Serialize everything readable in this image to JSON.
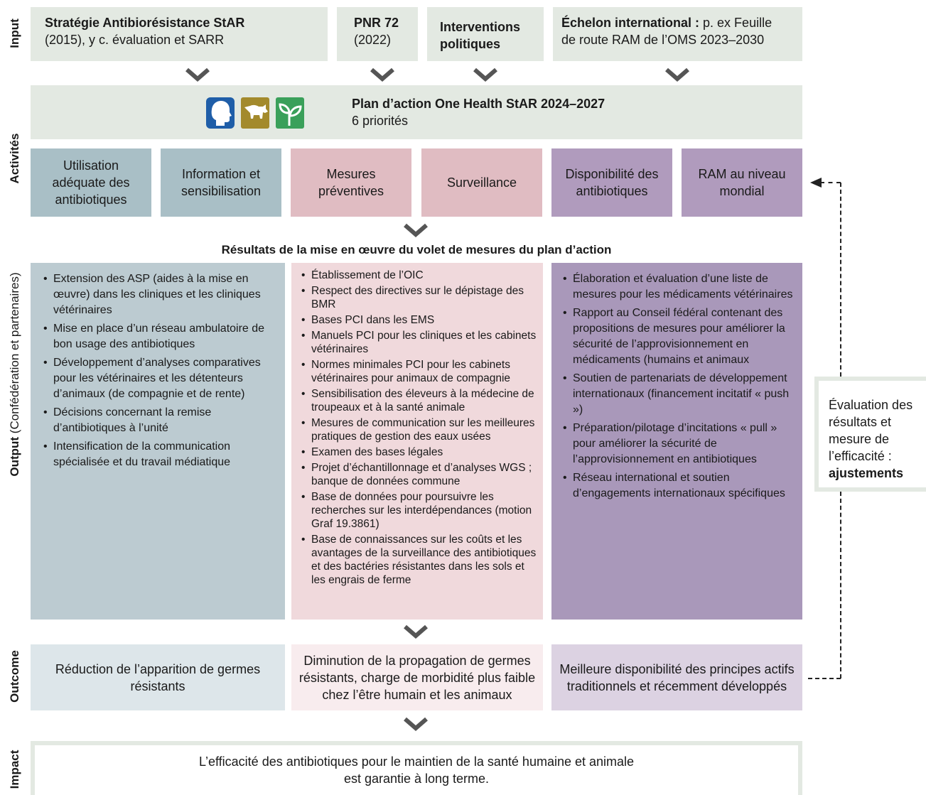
{
  "labels": {
    "input": "Input",
    "activities": "Activités",
    "output_bold": "Output",
    "output_rest": " (Confédération et partenaires)",
    "outcome": "Outcome",
    "impact": "Impact"
  },
  "inputs": [
    {
      "bold": "Stratégie Antibiorésistance StAR",
      "rest": "(2015), y c. évaluation et SARR"
    },
    {
      "bold": "PNR 72",
      "rest": "(2022)"
    },
    {
      "bold": "Interventions politiques",
      "rest": ""
    },
    {
      "bold": "Échelon international :",
      "rest": " p. ex Feuille de route RAM de l’OMS 2023–2030"
    }
  ],
  "plan": {
    "title": "Plan d’action One Health StAR 2024–2027",
    "subtitle": "6 priorités",
    "icons": [
      "human-head-icon",
      "animal-cow-icon",
      "plant-leaf-icon"
    ]
  },
  "activities": [
    "Utilisation adéquate des antibiotiques",
    "Information et sensibilisation",
    "Mesures préventives",
    "Surveillance",
    "Disponibilité des antibiotiques",
    "RAM au niveau mondial"
  ],
  "results_title": "Résultats de la mise en œuvre du volet de mesures du plan d’action",
  "outputs": {
    "col1": [
      "Extension des ASP (aides à la mise en œuvre) dans les cliniques et les cliniques vétérinaires",
      "Mise en place d’un réseau ambulatoire de bon usage des antibiotiques",
      "Développement d’analyses comparatives pour les vétérinaires et les détenteurs d’animaux (de compagnie et de rente)",
      "Décisions concernant la remise d’antibiotiques à l’unité",
      "Intensification de la communication spécialisée et du travail médiatique"
    ],
    "col2": [
      "Établissement de l’OIC",
      "Respect des directives sur le dépistage des BMR",
      "Bases PCI dans les EMS",
      "Manuels PCI pour les cliniques et les cabinets vétérinaires",
      "Normes minimales PCI pour les cabinets vétérinaires pour animaux de compagnie",
      "Sensibilisation des éleveurs à la médecine de troupeaux et à la santé animale",
      "Mesures de communication sur les meilleures pratiques de gestion des eaux usées",
      "Examen des bases légales",
      "Projet d’échantillonnage et d’analyses WGS ; banque de données commune",
      "Base de données pour poursuivre les recherches sur les interdépendances (motion Graf 19.3861)",
      "Base de connaissances sur les coûts et les avantages de la surveillance des antibiotiques et des bactéries résistantes dans les sols et les engrais de ferme"
    ],
    "col3": [
      "Élaboration et évaluation d’une liste de mesures pour les médicaments vétérinaires",
      "Rapport au Conseil fédéral contenant des propositions de mesures pour améliorer la sécurité de l’approvisionnement en médicaments (humains et animaux",
      "Soutien de partenariats de développement internationaux (financement incitatif « push »)",
      "Préparation/pilotage d’incitations « pull » pour améliorer la sécurité de l’approvisionnement en antibiotiques",
      "Réseau international et soutien d’engagements internationaux spécifiques"
    ]
  },
  "outcomes": [
    "Réduction de l’apparition de germes résistants",
    "Diminution de la propagation de germes résistants, charge de morbidité plus faible chez l’être humain et les animaux",
    "Meilleure disponibilité des principes actifs traditionnels et récemment développés"
  ],
  "impact": "L’efficacité des antibiotiques pour le maintien de la santé humaine et animale est garantie à long terme.",
  "evaluation": {
    "text": "Évaluation des résultats et mesure de l’efficacité :",
    "bold": "ajustements"
  },
  "colors": {
    "input_bg": "#e3e9e2",
    "blue": "#a9bfc6",
    "pink": "#e0bcc2",
    "purple": "#b09bbd",
    "icon_blue": "#1f5ea8",
    "icon_olive": "#a38a2c",
    "icon_green": "#3aa05a",
    "chevron": "#555555"
  }
}
